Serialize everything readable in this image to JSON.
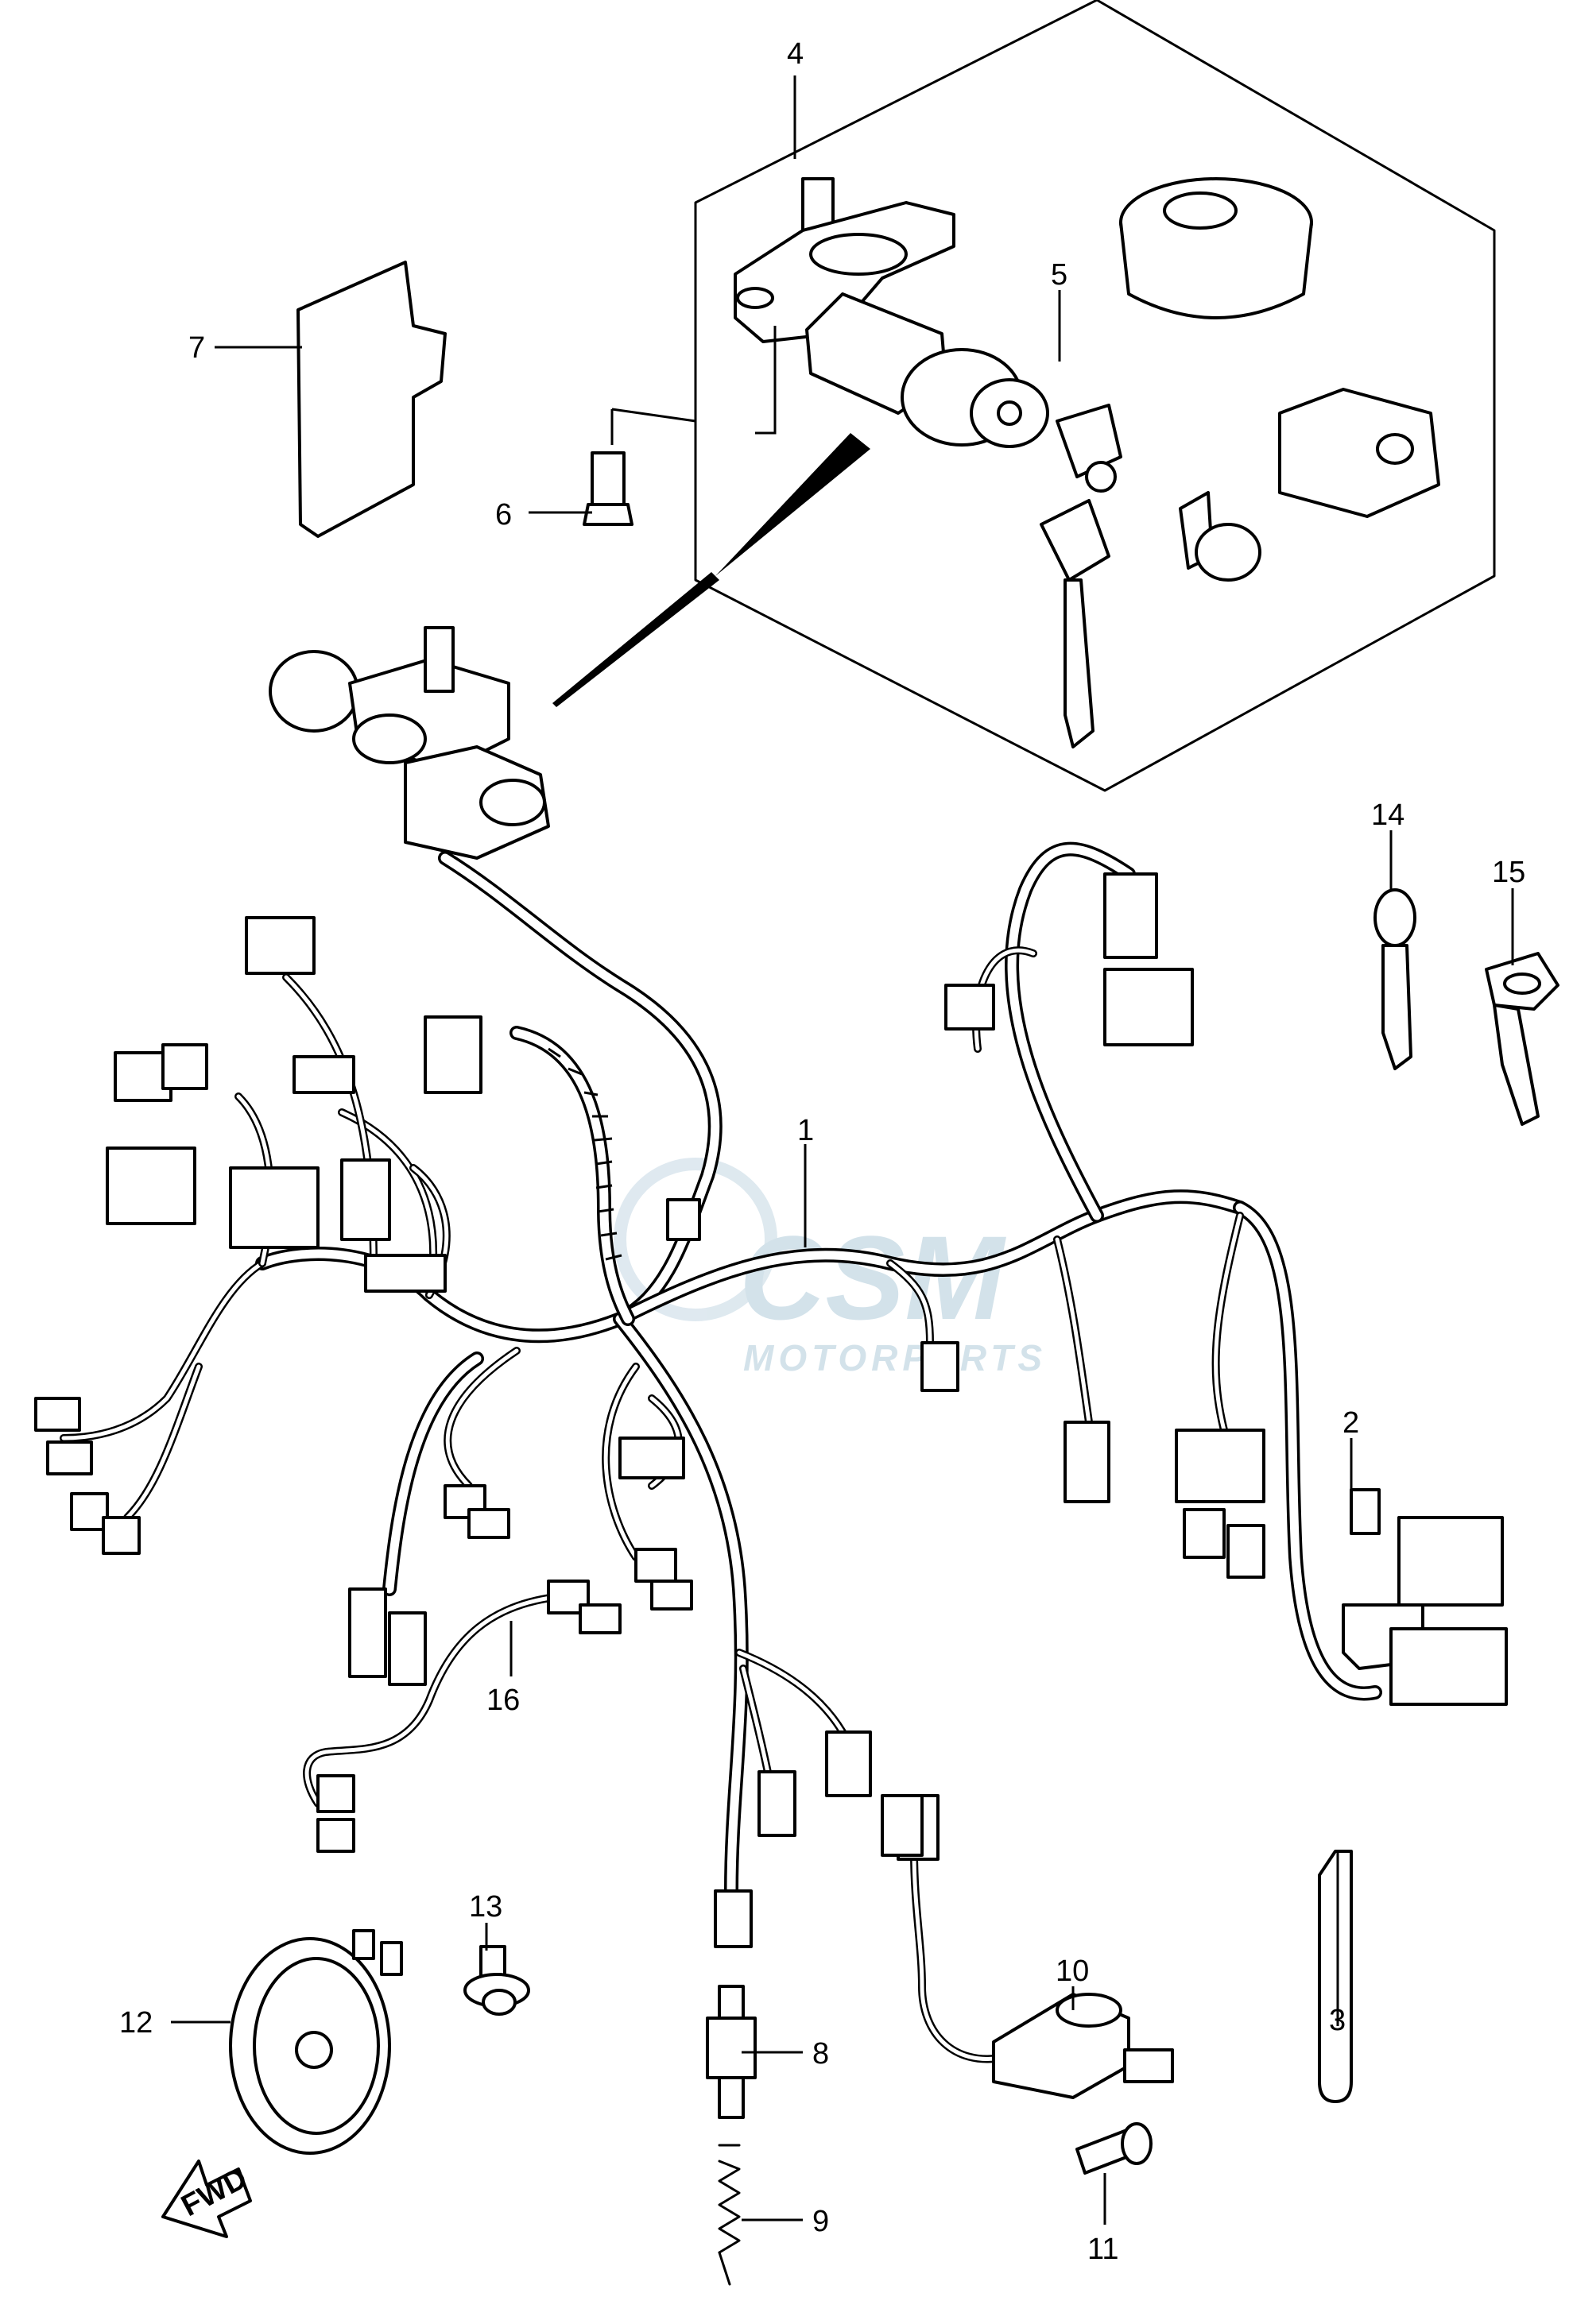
{
  "diagram": {
    "callouts": {
      "c1": "1",
      "c2": "2",
      "c3": "3",
      "c4": "4",
      "c5": "5",
      "c6": "6",
      "c7": "7",
      "c8": "8",
      "c9": "9",
      "c10": "10",
      "c11": "11",
      "c12": "12",
      "c13": "13",
      "c14": "14",
      "c15": "15",
      "c16": "16"
    },
    "watermark": {
      "main": "CSM",
      "sub": "MOTORPARTS"
    },
    "direction_label": "FWD"
  }
}
